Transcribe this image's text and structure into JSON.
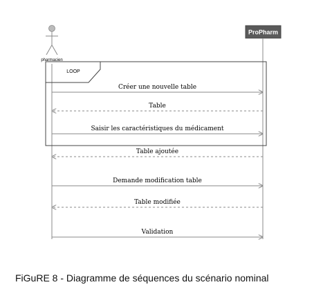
{
  "actor": {
    "label": "pharmacien"
  },
  "system": {
    "label": "ProPharm"
  },
  "loop": {
    "label": "LOOP"
  },
  "messages": [
    {
      "label": "Créer une nouvelle table",
      "direction": "to_system",
      "style": "solid"
    },
    {
      "label": "Table",
      "direction": "to_actor",
      "style": "dashed"
    },
    {
      "label": "Saisir les caractéristiques du médicament",
      "direction": "to_system",
      "style": "solid"
    },
    {
      "label": "Table ajoutée",
      "direction": "to_actor",
      "style": "dashed"
    },
    {
      "label": "Demande modification table",
      "direction": "to_system",
      "style": "solid"
    },
    {
      "label": "Table modifiée",
      "direction": "to_actor",
      "style": "dashed"
    },
    {
      "label": "Validation",
      "direction": "to_system",
      "style": "solid"
    }
  ],
  "caption": "FiGuRE 8 - Diagramme de séquences du scénario nominal",
  "colors": {
    "system_box": "#5a5a5a",
    "lines": "#8a8a8a",
    "frame": "#444444"
  }
}
